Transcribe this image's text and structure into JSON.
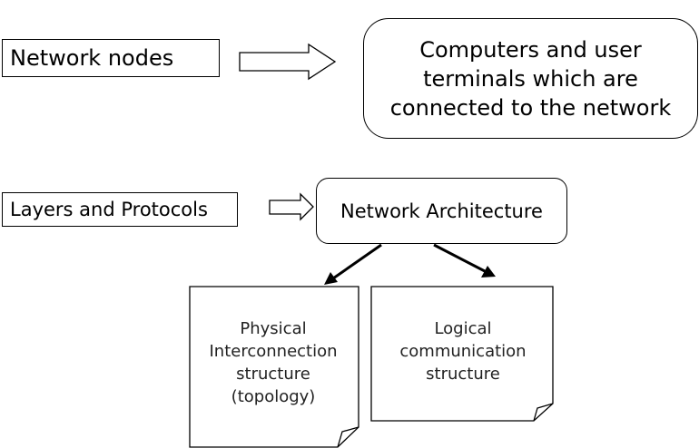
{
  "nodes": {
    "label": "Network nodes",
    "description_lines": [
      "Computers and user",
      "terminals which are",
      "connected to the network"
    ]
  },
  "layers": {
    "label": "Layers and Protocols",
    "architecture": "Network Architecture"
  },
  "structures": {
    "physical_lines": [
      "Physical",
      "Interconnection",
      "structure",
      "(topology)"
    ],
    "logical_lines": [
      "Logical",
      "communication",
      "structure"
    ]
  }
}
